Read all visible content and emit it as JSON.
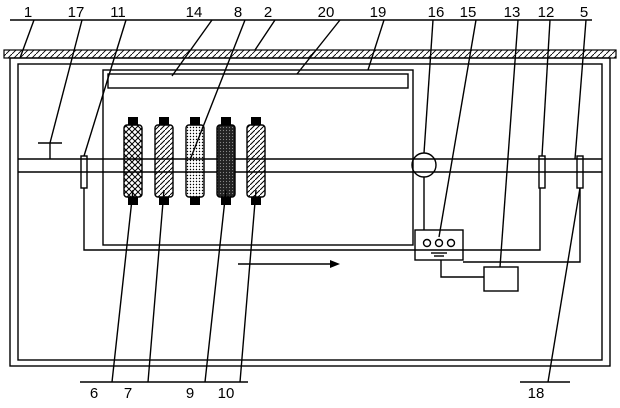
{
  "figure": {
    "labels_top": [
      "1",
      "17",
      "11",
      "14",
      "8",
      "2",
      "20",
      "19",
      "16",
      "15",
      "13",
      "12",
      "5"
    ],
    "labels_bottom": [
      "6",
      "7",
      "9",
      "10",
      "18"
    ],
    "flow_arrow": "→"
  }
}
